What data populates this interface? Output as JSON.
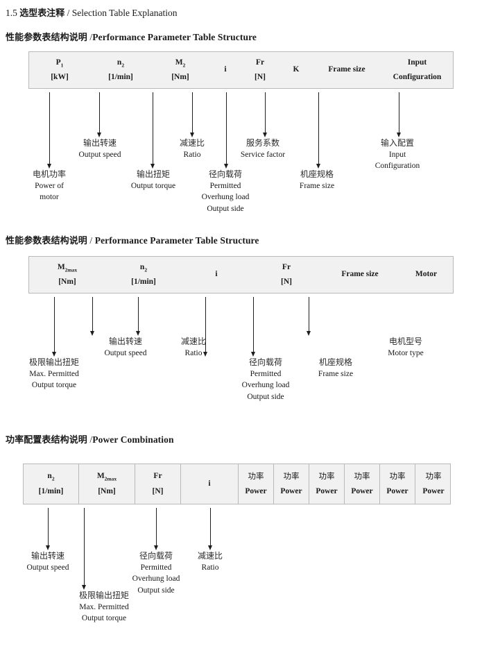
{
  "document": {
    "title": {
      "number": "1.5",
      "cn": "选型表注释",
      "separator": "/",
      "en": "Selection Table Explanation"
    }
  },
  "sections": [
    {
      "heading": {
        "cn": "性能参数表结构说明",
        "separator": "/",
        "en": "Performance Parameter Table Structure"
      },
      "table": {
        "bordered_cells": false,
        "columns": [
          {
            "symbol": "P",
            "subscript": "1",
            "unit": "[kW]"
          },
          {
            "symbol": "n",
            "subscript": "2",
            "unit": "[1/min]"
          },
          {
            "symbol": "M",
            "subscript": "2",
            "unit": "[Nm]"
          },
          {
            "symbol": "i",
            "subscript": "",
            "unit": ""
          },
          {
            "symbol": "Fr",
            "subscript": "",
            "unit": "[N]"
          },
          {
            "symbol": "K",
            "subscript": "",
            "unit": ""
          },
          {
            "symbol": "Frame size",
            "subscript": "",
            "unit": ""
          },
          {
            "symbol": "Input",
            "subscript": "",
            "unit": "Configuration"
          }
        ]
      },
      "annotations": [
        {
          "cn": "电机功率",
          "en": [
            "Power of",
            "motor"
          ]
        },
        {
          "cn": "输出转速",
          "en": [
            "Output speed"
          ]
        },
        {
          "cn": "输出扭矩",
          "en": [
            "Output torque"
          ]
        },
        {
          "cn": "减速比",
          "en": [
            "Ratio"
          ]
        },
        {
          "cn": "径向载荷",
          "en": [
            "Permitted",
            "Overhung load",
            "Output side"
          ]
        },
        {
          "cn": "服务系数",
          "en": [
            "Service factor"
          ]
        },
        {
          "cn": "机座规格",
          "en": [
            "Frame size"
          ]
        },
        {
          "cn": "输入配置",
          "en": [
            "Input",
            "Configuration"
          ]
        }
      ]
    },
    {
      "heading": {
        "cn": "性能参数表结构说明",
        "separator": "/",
        "en": "Performance Parameter Table Structure"
      },
      "table": {
        "bordered_cells": false,
        "columns": [
          {
            "symbol": "M",
            "subscript": "2max",
            "unit": "[Nm]"
          },
          {
            "symbol": "n",
            "subscript": "2",
            "unit": "[1/min]"
          },
          {
            "symbol": "i",
            "subscript": "",
            "unit": ""
          },
          {
            "symbol": "Fr",
            "subscript": "",
            "unit": "[N]"
          },
          {
            "symbol": "Frame size",
            "subscript": "",
            "unit": ""
          },
          {
            "symbol": "Motor",
            "subscript": "",
            "unit": ""
          }
        ]
      },
      "annotations": [
        {
          "cn": "极限输出扭矩",
          "en": [
            "Max. Permitted",
            "Output  torque"
          ]
        },
        {
          "cn": "输出转速",
          "en": [
            "Output speed"
          ]
        },
        {
          "cn": "减速比",
          "en": [
            "Ratio"
          ]
        },
        {
          "cn": "径向载荷",
          "en": [
            "Permitted",
            "Overhung load",
            "Output side"
          ]
        },
        {
          "cn": "机座规格",
          "en": [
            "Frame size"
          ]
        },
        {
          "cn": "电机型号",
          "en": [
            "Motor type"
          ]
        }
      ]
    },
    {
      "heading": {
        "cn": "功率配置表结构说明",
        "separator": "/",
        "en": "Power Combination"
      },
      "table": {
        "bordered_cells": true,
        "columns": [
          {
            "symbol": "n",
            "subscript": "2",
            "unit": "[1/min]"
          },
          {
            "symbol": "M",
            "subscript": "2max",
            "unit": "[Nm]"
          },
          {
            "symbol": "Fr",
            "subscript": "",
            "unit": "[N]"
          },
          {
            "symbol": "i",
            "subscript": "",
            "unit": ""
          },
          {
            "symbol": "功率",
            "subscript": "",
            "unit": "Power"
          },
          {
            "symbol": "功率",
            "subscript": "",
            "unit": "Power"
          },
          {
            "symbol": "功率",
            "subscript": "",
            "unit": "Power"
          },
          {
            "symbol": "功率",
            "subscript": "",
            "unit": "Power"
          },
          {
            "symbol": "功率",
            "subscript": "",
            "unit": "Power"
          },
          {
            "symbol": "功率",
            "subscript": "",
            "unit": "Power"
          }
        ]
      },
      "annotations": [
        {
          "cn": "输出转速",
          "en": [
            "Output speed"
          ]
        },
        {
          "cn": "极限输出扭矩",
          "en": [
            "Max. Permitted",
            "Output  torque"
          ]
        },
        {
          "cn": "径向载荷",
          "en": [
            "Permitted",
            "Overhung load",
            "Output side"
          ]
        },
        {
          "cn": "减速比",
          "en": [
            "Ratio"
          ]
        }
      ]
    }
  ]
}
